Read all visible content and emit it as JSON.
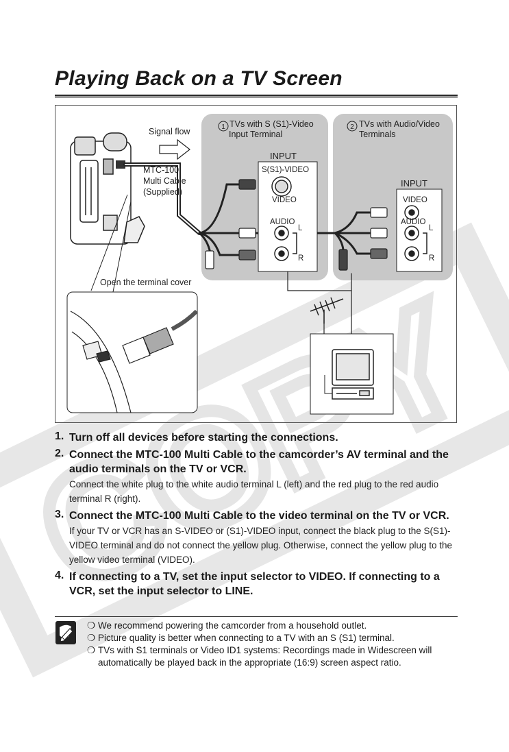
{
  "page": {
    "title": "Playing Back on a TV Screen"
  },
  "diagram": {
    "signal_flow": "Signal flow",
    "cable_label_1": "MTC-100",
    "cable_label_2": "Multi Cable",
    "cable_label_3": "(Supplied)",
    "open_cover": "Open the terminal cover",
    "tv1_num": "1",
    "tv1_title_1": "TVs with S (S1)-Video",
    "tv1_title_2": "Input Terminal",
    "tv2_num": "2",
    "tv2_title_1": "TVs with Audio/Video",
    "tv2_title_2": "Terminals",
    "input": "INPUT",
    "svideo": "S(S1)-VIDEO",
    "video": "VIDEO",
    "audio": "AUDIO",
    "left": "L",
    "right": "R"
  },
  "steps": [
    {
      "num": "1.",
      "heading": "Turn off all devices before starting the connections.",
      "body": ""
    },
    {
      "num": "2.",
      "heading": "Connect the MTC-100 Multi Cable to the camcorder’s AV terminal and the audio terminals on the TV or VCR.",
      "body": "Connect the white plug to the white audio terminal L (left) and the red plug to the red audio terminal R (right)."
    },
    {
      "num": "3.",
      "heading": "Connect the MTC-100 Multi Cable to the video terminal on the TV or VCR.",
      "body": "If your TV or VCR has an S-VIDEO or (S1)-VIDEO input, connect the black plug to the S(S1)-VIDEO terminal and do not connect the yellow plug. Otherwise, connect the yellow plug to the yellow video terminal (VIDEO)."
    },
    {
      "num": "4.",
      "heading": "If connecting to a TV, set the input selector to VIDEO. If connecting to a VCR, set the input selector to LINE.",
      "body": ""
    }
  ],
  "notes": {
    "icon": "note-pencil-icon",
    "items": [
      "We recommend powering the camcorder from a household outlet.",
      "Picture quality is better when connecting to a TV with an S (S1) terminal.",
      "TVs with S1 terminals or Video ID1 systems: Recordings made in Widescreen will automatically be played back in the appropriate (16:9) screen aspect ratio."
    ]
  },
  "watermark": "COPY",
  "colors": {
    "panel_gray": "#c8c8c8",
    "text": "#1a1a1a",
    "watermark": "#e2e2e2"
  }
}
